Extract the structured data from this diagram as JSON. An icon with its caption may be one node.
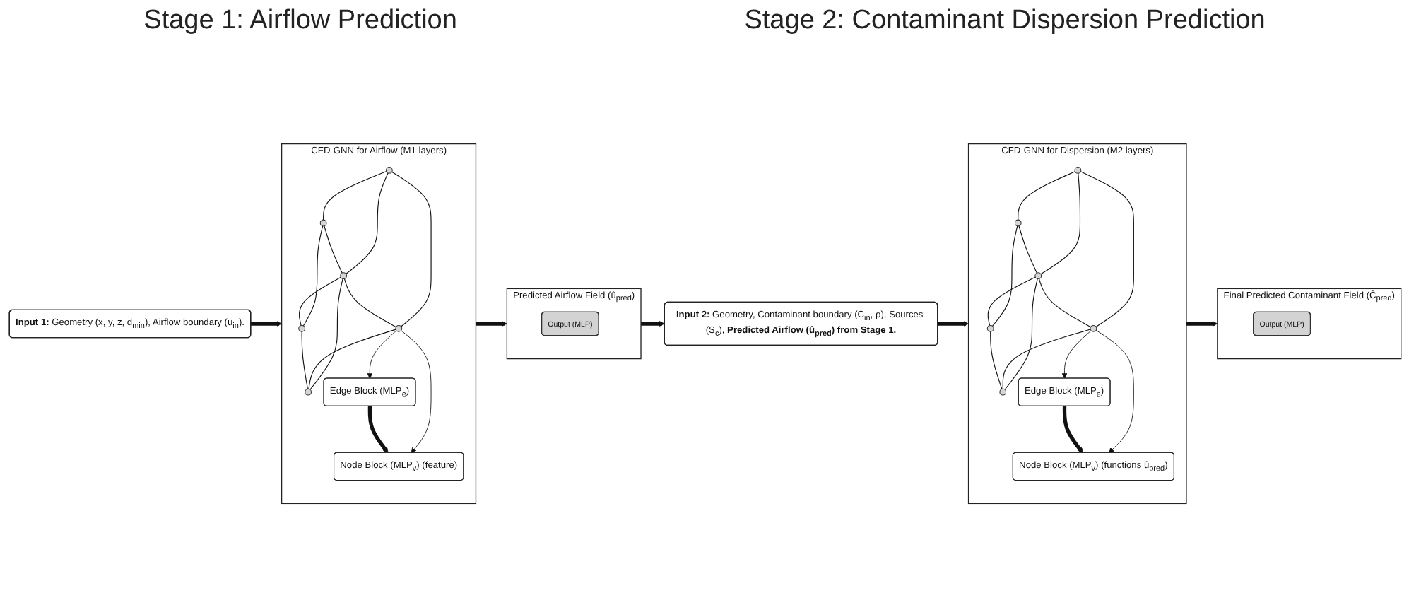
{
  "diagram": {
    "nodes": [
      {
        "text": [
          "**Input 1:** Geometry (x, y, z, d$_{min}$), Airflow boundary (u$_{in}$)."
        ]
      },
      {
        "text": [
          "CFD-GNN for Airflow (M1 layers)"
        ]
      },
      {
        "text": [],
        "shape": "circle",
        "in": 1
      },
      {
        "text": [],
        "shape": "circle",
        "in": 1
      },
      {
        "text": [],
        "shape": "circle",
        "in": 1
      },
      {
        "text": [],
        "shape": "circle",
        "in": 1
      },
      {
        "text": [],
        "shape": "circle",
        "in": 1
      },
      {
        "text": [],
        "shape": "circle",
        "in": 1
      },
      {
        "text": [
          "Edge Block (MLP$_{e}$)"
        ],
        "in": 1
      },
      {
        "text": [
          "Node Block (MLP$_{v}$) (feature)"
        ],
        "in": 1
      },
      {
        "text": [
          "Predicted Airflow Field (û$_{pred}$)"
        ]
      },
      {
        "text": [
          "Output (MLP)"
        ],
        "in": 10
      },
      {
        "text": [
          "**Input 2:** Geometry, Contaminant boundary (C$_{in}$, ρ), Sources (S$_{c}$), **Predicted Airflow (û$_{pred}$) from Stage 1.**"
        ]
      },
      {
        "text": [
          "CFD-GNN for Dispersion (M2 layers)"
        ]
      },
      {
        "text": [],
        "shape": "circle",
        "in": 13
      },
      {
        "text": [],
        "shape": "circle",
        "in": 13
      },
      {
        "text": [],
        "shape": "circle",
        "in": 13
      },
      {
        "text": [],
        "shape": "circle",
        "in": 13
      },
      {
        "text": [],
        "shape": "circle",
        "in": 13
      },
      {
        "text": [],
        "shape": "circle",
        "in": 13
      },
      {
        "text": [
          "Edge Block (MLP$_{e}$)"
        ],
        "in": 13
      },
      {
        "text": [
          "Node Block (MLP$_{v}$) (functions û$_{pred}$)"
        ],
        "in": 13
      },
      {
        "text": [
          "Final Predicted Contaminant Field (Ĉ$_{pred}$)"
        ]
      },
      {
        "text": [
          "Output (MLP)"
        ],
        "in": 22
      }
    ],
    "edges": [
      {
        "from": 0,
        "to": 1,
        "arrow": "to",
        "style": "thick"
      },
      {
        "from": 2,
        "to": 3,
        "arrow": "none"
      },
      {
        "from": 2,
        "to": 4,
        "arrow": "none"
      },
      {
        "from": 2,
        "to": 5,
        "arrow": "none"
      },
      {
        "from": 3,
        "to": 4,
        "arrow": "none"
      },
      {
        "from": 3,
        "to": 6,
        "arrow": "none"
      },
      {
        "from": 4,
        "to": 5,
        "arrow": "none"
      },
      {
        "from": 4,
        "to": 6,
        "arrow": "none"
      },
      {
        "from": 4,
        "to": 7,
        "arrow": "none"
      },
      {
        "from": 5,
        "to": 7,
        "arrow": "none"
      },
      {
        "from": 6,
        "to": 7,
        "arrow": "none"
      },
      {
        "from": 5,
        "to": 8,
        "arrow": "to"
      },
      {
        "from": 5,
        "to": 9,
        "arrow": "to"
      },
      {
        "from": 8,
        "to": 9,
        "arrow": "to",
        "style": "thick"
      },
      {
        "from": 1,
        "to": 10,
        "arrow": "to",
        "style": "thick"
      },
      {
        "from": 10,
        "to": 12,
        "arrow": "to",
        "style": "thick"
      },
      {
        "from": 12,
        "to": 13,
        "arrow": "to",
        "style": "thick"
      },
      {
        "from": 14,
        "to": 15,
        "arrow": "none"
      },
      {
        "from": 14,
        "to": 16,
        "arrow": "none"
      },
      {
        "from": 14,
        "to": 17,
        "arrow": "none"
      },
      {
        "from": 15,
        "to": 16,
        "arrow": "none"
      },
      {
        "from": 15,
        "to": 18,
        "arrow": "none"
      },
      {
        "from": 16,
        "to": 17,
        "arrow": "none"
      },
      {
        "from": 16,
        "to": 18,
        "arrow": "none"
      },
      {
        "from": 16,
        "to": 19,
        "arrow": "none"
      },
      {
        "from": 17,
        "to": 19,
        "arrow": "none"
      },
      {
        "from": 18,
        "to": 19,
        "arrow": "none"
      },
      {
        "from": 17,
        "to": 20,
        "arrow": "to"
      },
      {
        "from": 17,
        "to": 21,
        "arrow": "to"
      },
      {
        "from": 20,
        "to": 21,
        "arrow": "to",
        "style": "thick"
      },
      {
        "from": 13,
        "to": 22,
        "arrow": "to",
        "style": "thick"
      }
    ],
    "labels": [
      "Stage 1: Airflow Prediction",
      "Stage 2: Contaminant Dispersion Prediction"
    ]
  }
}
